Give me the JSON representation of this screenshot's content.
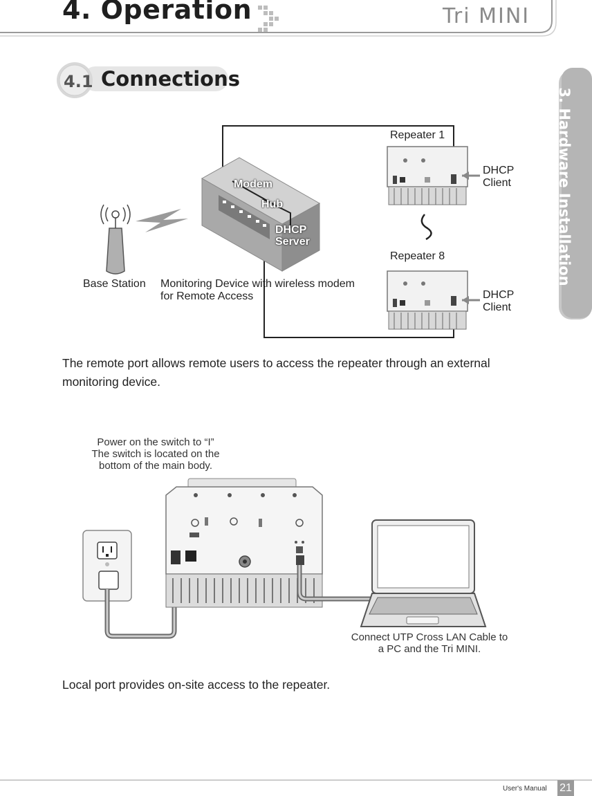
{
  "header": {
    "chapter_title": "4. Operation",
    "brand": "Tri MINI"
  },
  "section": {
    "number": "4.1",
    "title": "Connections"
  },
  "side_tab": {
    "label": "3. Hardware Installation"
  },
  "diagram_remote": {
    "base_station": "Base Station",
    "monitoring_device_line1": "Monitoring Device with wireless modem",
    "monitoring_device_line2": "for Remote Access",
    "modem": "Modem",
    "hub": "Hub",
    "dhcp_server_line1": "DHCP",
    "dhcp_server_line2": "Server",
    "repeater_1": "Repeater 1",
    "repeater_8": "Repeater 8",
    "dhcp_client_line1": "DHCP",
    "dhcp_client_line2": "Client"
  },
  "remote_port_text_line1": "The remote port allows remote users to access the repeater through an external",
  "remote_port_text_line2": "monitoring device.",
  "diagram_local": {
    "power_line1": "Power on the switch to “I”",
    "power_line2": "The switch is located on the",
    "power_line3": "bottom of the main body.",
    "connect_line1": "Connect UTP Cross LAN Cable to",
    "connect_line2": "a PC and the Tri MINI."
  },
  "local_port_text": "Local port provides on-site access to the repeater.",
  "footer": {
    "manual": "User's Manual",
    "page": "21"
  },
  "colors": {
    "tab_gray": "#b9b9b9",
    "dark_text": "#1f1f1f",
    "device_gray": "#9a9a9a"
  }
}
